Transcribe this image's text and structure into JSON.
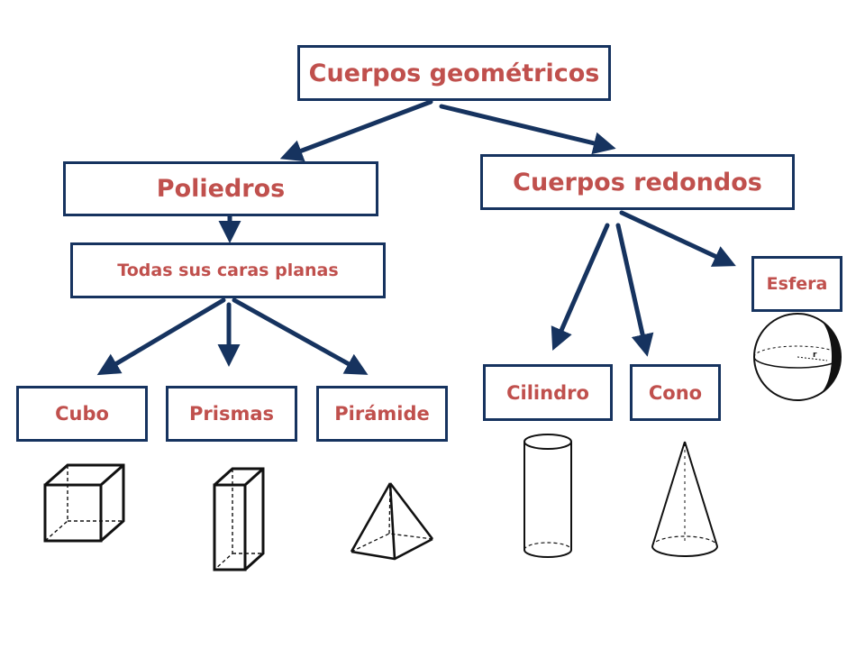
{
  "colors": {
    "box_text": "#c0504d",
    "box_border": "#16335f",
    "arrow": "#16335f",
    "shape_line": "#111111"
  },
  "nodes": {
    "root": "Cuerpos geométricos",
    "poliedros": "Poliedros",
    "redondos": "Cuerpos redondos",
    "caras": "Todas sus caras planas",
    "cubo": "Cubo",
    "prismas": "Prismas",
    "piramide": "Pirámide",
    "cilindro": "Cilindro",
    "cono": "Cono",
    "esfera": "Esfera"
  },
  "sphere_label": "r",
  "icons": [
    "cube-icon",
    "prism-icon",
    "pyramid-icon",
    "cylinder-icon",
    "cone-icon",
    "sphere-icon"
  ]
}
